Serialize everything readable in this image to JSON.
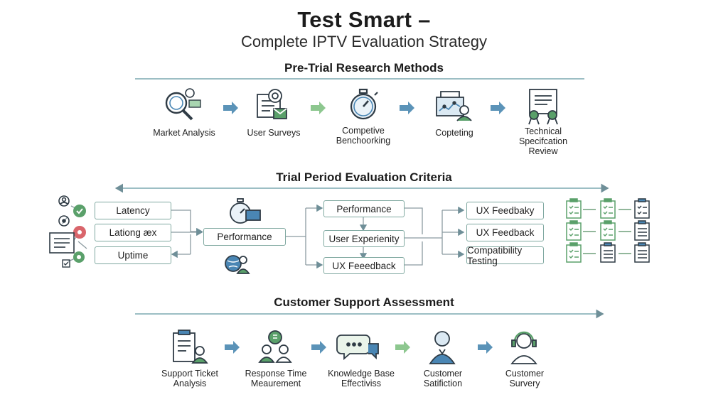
{
  "header": {
    "title": "Test Smart –",
    "subtitle": "Complete IPTV Evaluation Strategy"
  },
  "sections": {
    "pre_trial": {
      "heading": "Pre-Trial Research Methods",
      "steps": [
        {
          "label": "Market Analysis",
          "icon": "magnifier-icon"
        },
        {
          "label": "User Surveys",
          "icon": "survey-icon"
        },
        {
          "label": "Competive\nBenchoorking",
          "icon": "stopwatch-icon"
        },
        {
          "label": "Copteting",
          "icon": "presentation-icon"
        },
        {
          "label": "Technical\nSpecifcation\nReview",
          "icon": "certificate-icon"
        }
      ]
    },
    "trial": {
      "heading": "Trial Period Evaluation Criteria",
      "left_boxes": [
        "Latency",
        "Lationg æx",
        "Uptime"
      ],
      "center_box": "Performance",
      "middle_boxes": [
        "Performance",
        "User Experienity",
        "UX Feeedback"
      ],
      "right_boxes": [
        "UX Feedbaky",
        "UX Feedback",
        "Compatibility Testing"
      ]
    },
    "support": {
      "heading": "Customer Support Assessment",
      "steps": [
        {
          "label": "Support Ticket\nAnalysis",
          "icon": "ticket-icon"
        },
        {
          "label": "Response Time\nMeaurement",
          "icon": "team-icon"
        },
        {
          "label": "Knowledge Base\nEffectiviss",
          "icon": "chat-bubbles-icon"
        },
        {
          "label": "Customer\nSatifiction",
          "icon": "customer-icon"
        },
        {
          "label": "Customer\nSurvery",
          "icon": "headset-agent-icon"
        }
      ]
    }
  },
  "colors": {
    "arrow_blue": "#5b93b8",
    "arrow_green": "#8dc78f",
    "line_teal": "#7fa8a0",
    "icon_dark": "#2f3b45",
    "accent_blue": "#4a86b4",
    "accent_green": "#5aa06a"
  }
}
